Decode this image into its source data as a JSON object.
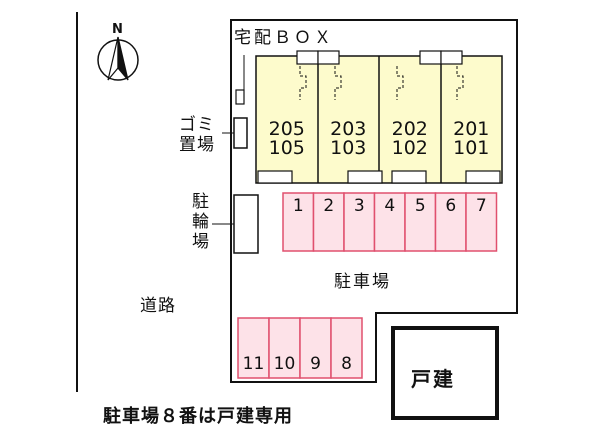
{
  "compass": {
    "north_label": "N"
  },
  "road_label": "道路",
  "delivery_box_label": "宅配ＢＯＸ",
  "garbage_label": [
    "ゴミ",
    "置場"
  ],
  "bicycle_label": [
    "駐",
    "輪",
    "場"
  ],
  "parking_label": "駐車場",
  "house_label": "戸建",
  "footer_note": "駐車場８番は戸建専用",
  "units": [
    {
      "upper": "205",
      "lower": "105"
    },
    {
      "upper": "203",
      "lower": "103"
    },
    {
      "upper": "202",
      "lower": "102"
    },
    {
      "upper": "201",
      "lower": "101"
    }
  ],
  "parking_top": [
    "1",
    "2",
    "3",
    "4",
    "5",
    "6",
    "7"
  ],
  "parking_bottom": [
    "11",
    "10",
    "9",
    "8"
  ],
  "colors": {
    "building_fill": "#fdfbcc",
    "parking_fill": "#fde2e8",
    "parking_stroke": "#e0506e",
    "outline": "#111111"
  }
}
